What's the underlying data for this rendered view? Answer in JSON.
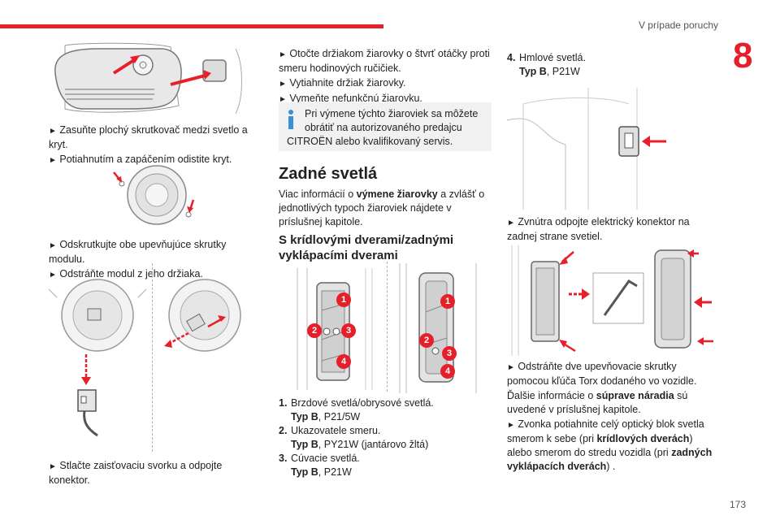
{
  "header": {
    "title": "V prípade poruchy",
    "chapter": "8",
    "page_number": "173"
  },
  "colors": {
    "accent": "#e5202a",
    "info_blue": "#3a8fd6",
    "line_gray": "#9a9a9a"
  },
  "col1": {
    "step1a": "Zasuňte plochý skrutkovač medzi svetlo a kryt.",
    "step1b": "Potiahnutím a zapáčením odistite kryt.",
    "step2a": "Odskrutkujte obe upevňujúce skrutky modulu.",
    "step2b": "Odstráňte modul z jeho držiaka.",
    "step3": "Stlačte zaisťovaciu svorku a odpojte konektor."
  },
  "col2": {
    "step1": "Otočte držiakom žiarovky o štvrť otáčky proti smeru hodinových ručičiek.",
    "step2": "Vytiahnite držiak žiarovky.",
    "step3": "Vymeňte nefunkčnú žiarovku.",
    "info_line1": "Pri výmene týchto žiaroviek sa môžete obrátiť na autorizovaného predajcu",
    "info_line2": "CITROËN alebo kvalifikovaný servis.",
    "heading": "Zadné svetlá",
    "intro_a": "Viac informácií o ",
    "intro_bold": "výmene žiarovky",
    "intro_b": " a zvlášť o jednotlivých typoch žiaroviek nájdete v príslušnej kapitole.",
    "subheading": "S krídlovými dverami/zadnými vyklápacími dverami",
    "callouts": [
      "1",
      "2",
      "3",
      "4"
    ],
    "list": [
      {
        "num": "1.",
        "name": "Brzdové svetlá/obrysové svetlá.",
        "type_label": "Typ B",
        "bulb": ", P21/5W"
      },
      {
        "num": "2.",
        "name": "Ukazovatele smeru.",
        "type_label": "Typ B",
        "bulb": ", PY21W (jantárovo žltá)"
      },
      {
        "num": "3.",
        "name": "Cúvacie svetlá.",
        "type_label": "Typ B",
        "bulb": ", P21W"
      }
    ]
  },
  "col3": {
    "item4_num": "4.",
    "item4_name": "Hmlové svetlá.",
    "item4_type": "Typ B",
    "item4_bulb": ", P21W",
    "step1": "Zvnútra odpojte elektrický konektor na zadnej strane svetiel.",
    "step2": "Odstráňte dve upevňovacie skrutky pomocou kľúča Torx dodaného vo vozidle.",
    "more_a": "Ďalšie informácie o ",
    "more_bold": "súprave náradia",
    "more_b": " sú uvedené v príslušnej kapitole.",
    "step3_a": "Zvonka potiahnite celý optický blok svetla smerom k sebe (pri ",
    "step3_bold1": "krídlových dverách",
    "step3_b": ") alebo smerom do stredu vozidla (pri ",
    "step3_bold2": "zadných vyklápacích dverách",
    "step3_c": ") ."
  }
}
